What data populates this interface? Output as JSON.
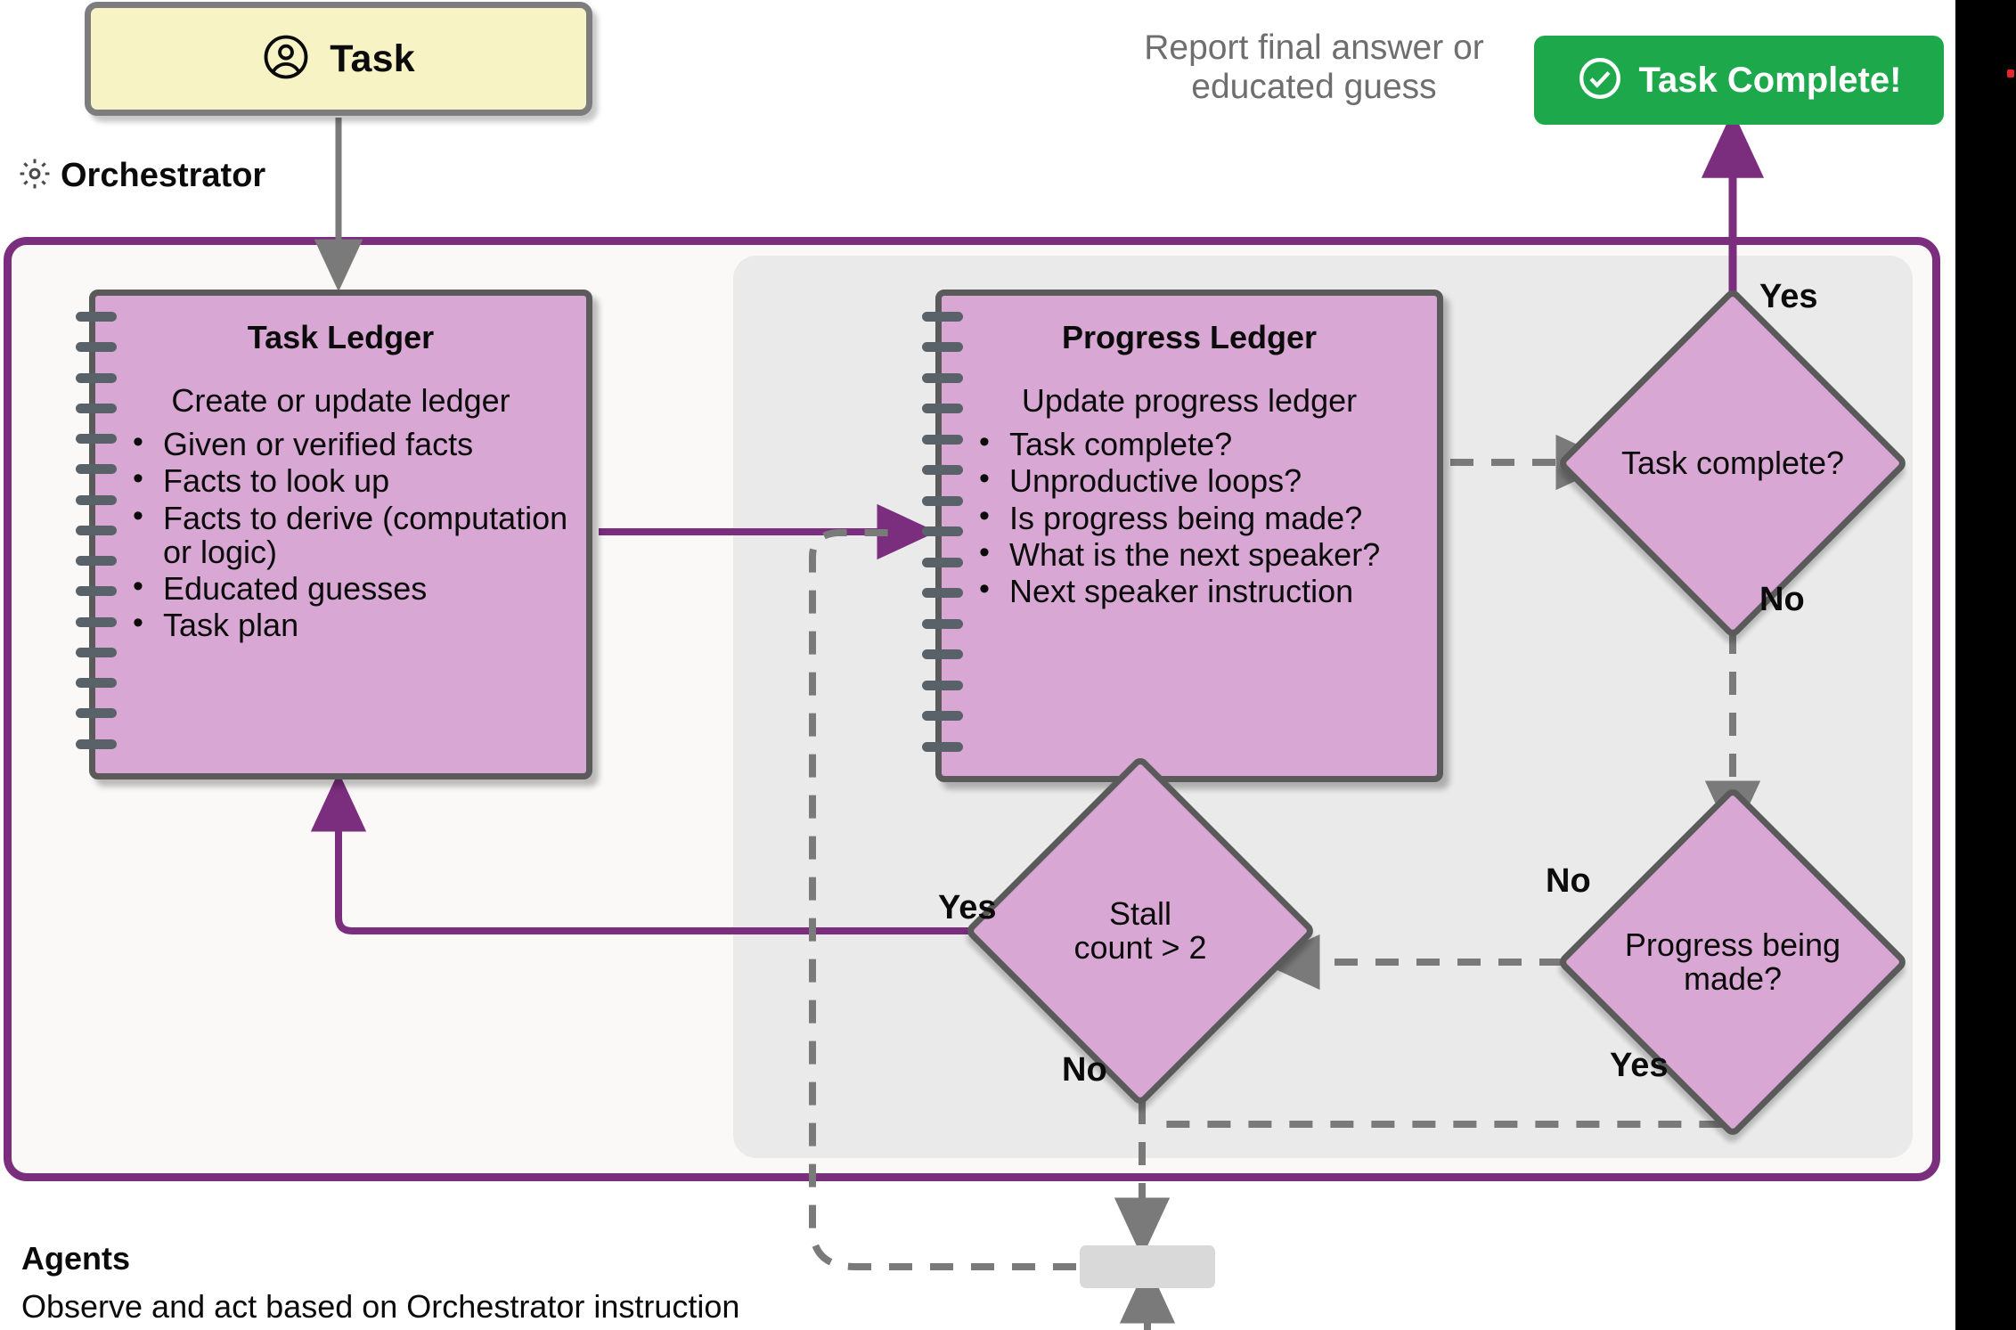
{
  "task_card": {
    "label": "Task",
    "icon": "user-circle-icon",
    "bg": "#F7F3C5",
    "border": "#7D7D7D"
  },
  "orchestrator": {
    "label": "Orchestrator",
    "icon": "gear-icon",
    "border_color": "#7B2D7E",
    "bg": "#FAF9F7",
    "inner_bg": "#EAEAEA"
  },
  "report_note": {
    "line1": "Report final answer or",
    "line2": "educated guess",
    "color": "#6E6E6E"
  },
  "task_complete_button": {
    "label": "Task Complete!",
    "icon": "check-circle-icon",
    "bg": "#1DA94B",
    "text_color": "#FFFFFF"
  },
  "task_ledger": {
    "title": "Task Ledger",
    "subtitle": "Create or update ledger",
    "items": [
      "Given or verified facts",
      "Facts to look up",
      "Facts to derive (computation or logic)",
      "Educated guesses",
      "Task plan"
    ]
  },
  "progress_ledger": {
    "title": "Progress Ledger",
    "subtitle": "Update progress ledger",
    "items": [
      "Task complete?",
      "Unproductive loops?",
      "Is progress being made?",
      "What is the next speaker?",
      "Next speaker instruction"
    ]
  },
  "decisions": {
    "task_complete": {
      "text": "Task complete?",
      "yes_label": "Yes",
      "no_label": "No"
    },
    "progress_being_made": {
      "text": "Progress being made?",
      "yes_label": "Yes",
      "no_label": "No"
    },
    "stall_count": {
      "text": "Stall count > 2",
      "yes_label": "Yes",
      "no_label": "No"
    }
  },
  "agents": {
    "title": "Agents",
    "subtitle": "Observe and act based on Orchestrator instruction"
  },
  "colors": {
    "node_fill": "#D9A7D4",
    "node_border": "#5A5A5A",
    "purple_edge": "#7B2D7E",
    "dashed_edge": "#7A7A7A",
    "accent_red": "#E8252B"
  }
}
